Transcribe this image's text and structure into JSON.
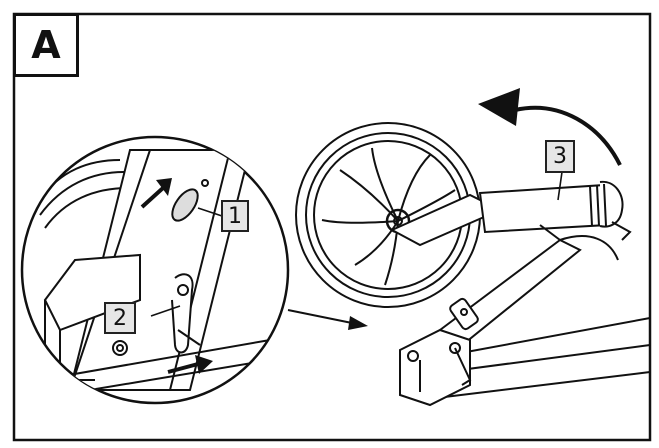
{
  "panel": {
    "letter": "A"
  },
  "callouts": [
    {
      "id": "1",
      "label": "1"
    },
    {
      "id": "2",
      "label": "2"
    },
    {
      "id": "3",
      "label": "3"
    }
  ],
  "colors": {
    "line": "#111111",
    "callout_fill": "#e6e6e6",
    "background": "#ffffff"
  }
}
